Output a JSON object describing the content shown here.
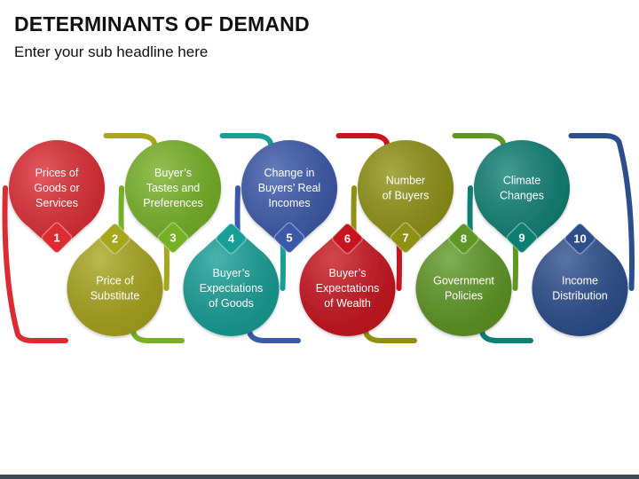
{
  "header": {
    "title": "DETERMINANTS OF DEMAND",
    "subtitle": "Enter your sub headline here"
  },
  "items": [
    {
      "number": "1",
      "lines": [
        "Prices of",
        "Goods or",
        "Services"
      ],
      "color": "#dd2b33",
      "position": "top"
    },
    {
      "number": "2",
      "lines": [
        "Price of",
        "Substitute"
      ],
      "color": "#a8a61c",
      "position": "bottom"
    },
    {
      "number": "3",
      "lines": [
        "Buyer’s",
        "Tastes and",
        "Preferences"
      ],
      "color": "#76b125",
      "position": "top"
    },
    {
      "number": "4",
      "lines": [
        "Buyer’s",
        "Expectations",
        "of Goods"
      ],
      "color": "#179f96",
      "position": "bottom"
    },
    {
      "number": "5",
      "lines": [
        "Change in",
        "Buyers’ Real",
        "Incomes"
      ],
      "color": "#3b58a9",
      "position": "top"
    },
    {
      "number": "6",
      "lines": [
        "Buyer’s",
        "Expectations",
        "of Wealth"
      ],
      "color": "#c8141e",
      "position": "bottom"
    },
    {
      "number": "7",
      "lines": [
        "Number",
        "of Buyers"
      ],
      "color": "#8e9114",
      "position": "top"
    },
    {
      "number": "8",
      "lines": [
        "Government",
        "Policies"
      ],
      "color": "#5f9724",
      "position": "bottom"
    },
    {
      "number": "9",
      "lines": [
        "Climate",
        "Changes"
      ],
      "color": "#0e7f73",
      "position": "top"
    },
    {
      "number": "10",
      "lines": [
        "Income",
        "Distribution"
      ],
      "color": "#2c4e8c",
      "position": "bottom"
    }
  ]
}
